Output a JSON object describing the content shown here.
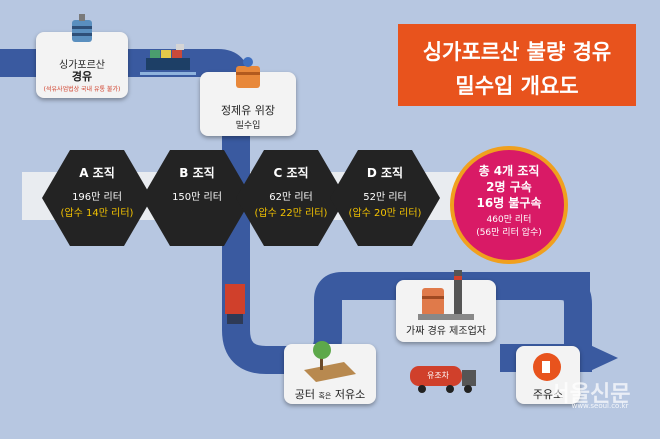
{
  "title": {
    "line1": "싱가포르산 불량 경유",
    "line2": "밀수입 개요도"
  },
  "source": {
    "name": "싱가포르산",
    "product": "경유",
    "note": "(석유사업법상 국내 유통 불가)"
  },
  "refinery": {
    "name": "정제유 위장",
    "sub": "밀수입"
  },
  "groups": [
    {
      "name": "A 조직",
      "amount": "196만 리터",
      "seized": "(압수 14만 리터)"
    },
    {
      "name": "B 조직",
      "amount": "150만 리터",
      "seized": ""
    },
    {
      "name": "C 조직",
      "amount": "62만 리터",
      "seized": "(압수 22만 리터)"
    },
    {
      "name": "D 조직",
      "amount": "52만 리터",
      "seized": "(압수 20만 리터)"
    }
  ],
  "summary": {
    "line1": "총 4개 조직",
    "line2": "2명 구속",
    "line3": "16명 불구속",
    "line4": "460만 리터",
    "line5": "(56만 리터 압수)"
  },
  "manufacturer": {
    "label": "가짜 경유 제조업자"
  },
  "storage": {
    "label_main": "공터",
    "label_small": "혹은",
    "label_end": "저유소"
  },
  "truck": {
    "label": "유조차"
  },
  "station": {
    "label": "주유소"
  },
  "watermark": {
    "name": "서울신문",
    "url": "www.seoul.co.kr"
  },
  "colors": {
    "route": "#3a5aa0",
    "title_bg": "#e8531d",
    "badge": "#d91a66",
    "badge_ring": "#f0a01e",
    "seized_text": "#f5c400"
  }
}
